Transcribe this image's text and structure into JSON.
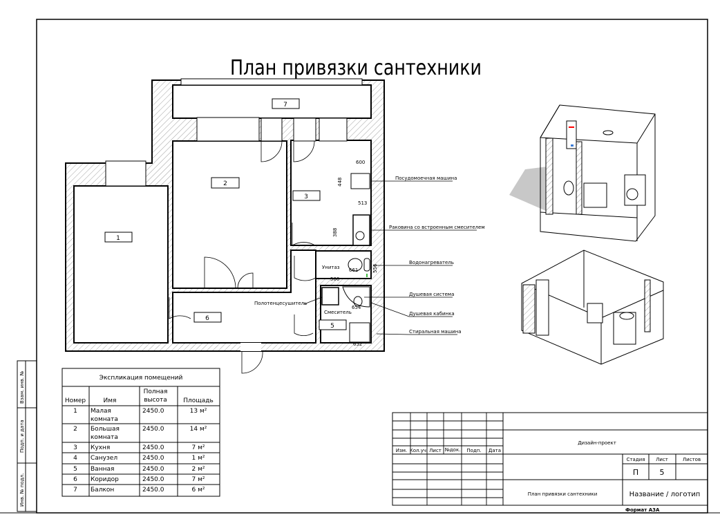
{
  "title": "План привязки сантехники",
  "plan": {
    "room_tags": [
      "1",
      "2",
      "3",
      "7",
      "6",
      "5"
    ],
    "fixture_labels": {
      "toilet": "Унитаз",
      "mixer": "Смеситель",
      "towel_dryer": "Полотенцесушитель"
    },
    "dimensions": [
      "600",
      "448",
      "513",
      "388",
      "556",
      "661",
      "500",
      "654",
      "652"
    ],
    "callouts": [
      "Посудомоечная машина",
      "Раковина со встроенным смесителем",
      "Водонагреватель",
      "Душевая система",
      "Душевая кабинка",
      "Стиральная машина"
    ]
  },
  "explication": {
    "title": "Экспликация помещений",
    "headers": [
      "Номер",
      "Имя",
      "Полная высота",
      "Площадь"
    ],
    "header_height_lines": [
      "Полная",
      "высота"
    ],
    "rows": [
      {
        "num": "1",
        "name1": "Малая",
        "name2": "комната",
        "height": "2450.0",
        "area": "13 м²"
      },
      {
        "num": "2",
        "name1": "Большая",
        "name2": "комната",
        "height": "2450.0",
        "area": "14 м²"
      },
      {
        "num": "3",
        "name1": "Кухня",
        "name2": "",
        "height": "2450.0",
        "area": "7 м²"
      },
      {
        "num": "4",
        "name1": "Санузел",
        "name2": "",
        "height": "2450.0",
        "area": "1 м²"
      },
      {
        "num": "5",
        "name1": "Ванная",
        "name2": "",
        "height": "2450.0",
        "area": "2 м²"
      },
      {
        "num": "6",
        "name1": "Коридор",
        "name2": "",
        "height": "2450.0",
        "area": "7 м²"
      },
      {
        "num": "7",
        "name1": "Балкон",
        "name2": "",
        "height": "2450.0",
        "area": "6 м²"
      }
    ]
  },
  "stamp_side": [
    "Взам. инв. №",
    "Подп. и дата",
    "Инв. № подл."
  ],
  "title_block": {
    "columns": [
      "Изм.",
      "Кол.уч.",
      "Лист",
      "№док.",
      "Подп.",
      "Дата"
    ],
    "project": "Дизайн-проект",
    "stage_label": "Стадия",
    "sheet_label": "Лист",
    "sheets_label": "Листов",
    "stage": "П",
    "sheet": "5",
    "drawing_name": "План привязки сантехники",
    "logo": "Название / логотип",
    "format": "Формат А3А"
  },
  "colors": {
    "heater_label": "#ff0000",
    "heater_valve": "#3a7bd5",
    "marker": "#00a000",
    "shadow": "#c8c8c8"
  }
}
